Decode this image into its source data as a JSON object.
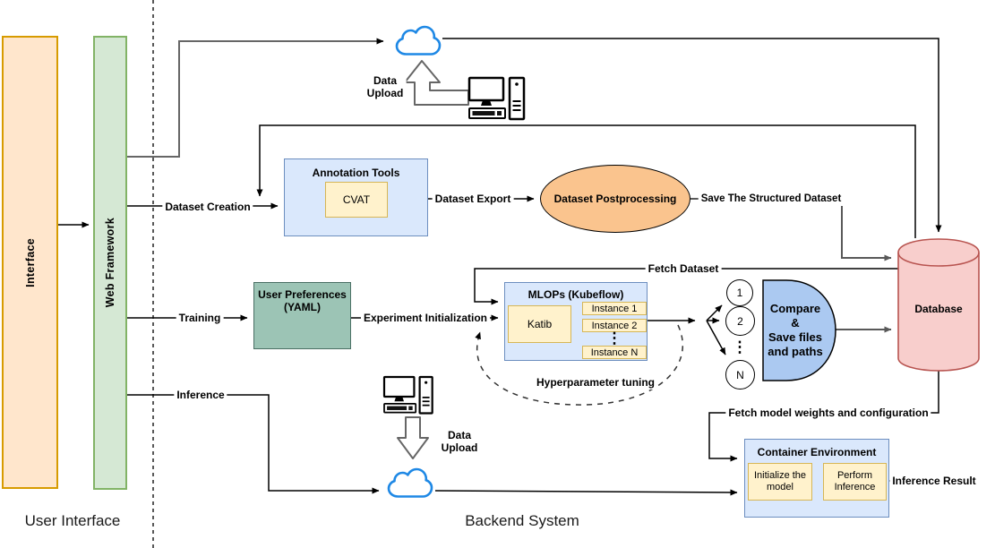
{
  "diagram": {
    "lanes": {
      "left": "User Interface",
      "right": "Backend System"
    },
    "nodes": {
      "interface": "Interface",
      "web_framework": "Web Framework",
      "annotation_tools": "Annotation Tools",
      "cvat": "CVAT",
      "dataset_postprocessing": "Dataset Postprocessing",
      "user_preferences": "User Preferences\n(YAML)",
      "mlops_title": "MLOPs (Kubeflow)",
      "katib": "Katib",
      "instance_1": "Instance 1",
      "instance_2": "Instance 2",
      "instance_n": "Instance N",
      "instance_dots": "⋮",
      "circle_1": "1",
      "circle_2": "2",
      "circle_n": "N",
      "circle_dots": "⋮",
      "compare": "Compare\n&\nSave files\nand paths",
      "database": "Database",
      "container_environment": "Container Environment",
      "initialize_model": "Initialize the\nmodel",
      "perform_inference": "Perform\nInference"
    },
    "edges": {
      "dataset_creation": "Dataset Creation",
      "training": "Training",
      "inference": "Inference",
      "dataset_export": "Dataset Export",
      "save_structured_dataset": "Save The Structured Dataset",
      "fetch_dataset": "Fetch Dataset",
      "experiment_initialization": "Experiment Initialization",
      "hyperparameter_tuning": "Hyperparameter tuning",
      "fetch_model_weights": "Fetch model weights and configuration",
      "inference_result": "Inference Result",
      "data_upload_top": "Data\nUpload",
      "data_upload_bottom": "Data\nUpload"
    },
    "colors": {
      "orange_fill": "#FFE6CC",
      "orange_border": "#D79B00",
      "green_fill": "#D5E8D4",
      "green_border": "#82B366",
      "blue_fill": "#DAE8FC",
      "blue_border": "#6C8EBF",
      "yellow_fill": "#FFF2CC",
      "yellow_border": "#D6B656",
      "teal_fill": "#9CC4B5",
      "postprocessing_fill": "#FAC48E",
      "compare_fill": "#ABC9F1",
      "database_fill": "#F8CECC",
      "database_border": "#B85450",
      "cloud_stroke": "#1E88E5",
      "document_fill": "#B082C6"
    }
  }
}
